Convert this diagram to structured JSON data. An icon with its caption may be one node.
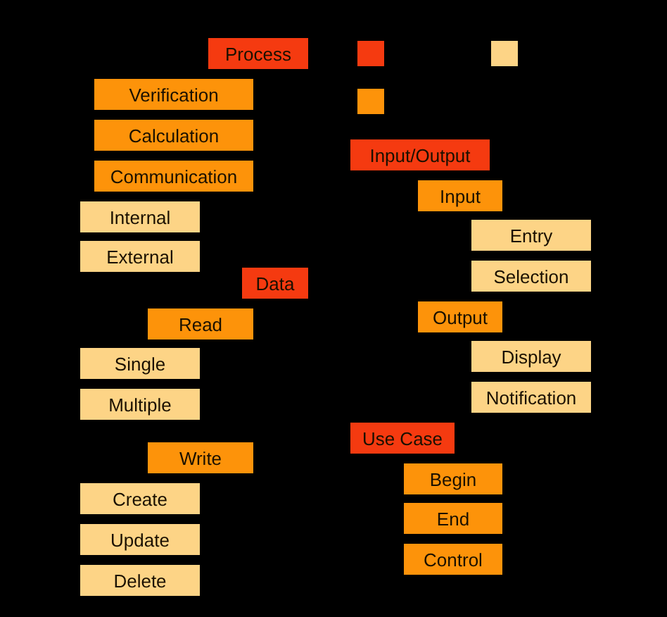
{
  "diagram": {
    "nodes": [
      {
        "text": [
          "Process"
        ]
      },
      {
        "text": [],
        "shape": "box"
      },
      {
        "text": [],
        "shape": "box"
      },
      {
        "text": [
          "Verification"
        ]
      },
      {
        "text": [],
        "shape": "box"
      },
      {
        "text": [
          "Calculation"
        ]
      },
      {
        "text": [
          "Input/Output"
        ]
      },
      {
        "text": [
          "Communication"
        ]
      },
      {
        "text": [
          "Input"
        ]
      },
      {
        "text": [
          "Internal"
        ]
      },
      {
        "text": [
          "Entry"
        ]
      },
      {
        "text": [
          "External"
        ]
      },
      {
        "text": [
          "Selection"
        ]
      },
      {
        "text": [
          "Data"
        ]
      },
      {
        "text": [
          "Output"
        ]
      },
      {
        "text": [
          "Read"
        ]
      },
      {
        "text": [
          "Display"
        ]
      },
      {
        "text": [
          "Single"
        ]
      },
      {
        "text": [
          "Notification"
        ]
      },
      {
        "text": [
          "Multiple"
        ]
      },
      {
        "text": [
          "Use Case"
        ]
      },
      {
        "text": [
          "Write"
        ]
      },
      {
        "text": [
          "Begin"
        ]
      },
      {
        "text": [
          "Create"
        ]
      },
      {
        "text": [
          "End"
        ]
      },
      {
        "text": [
          "Update"
        ]
      },
      {
        "text": [
          "Control"
        ]
      },
      {
        "text": [
          "Delete"
        ]
      }
    ]
  }
}
